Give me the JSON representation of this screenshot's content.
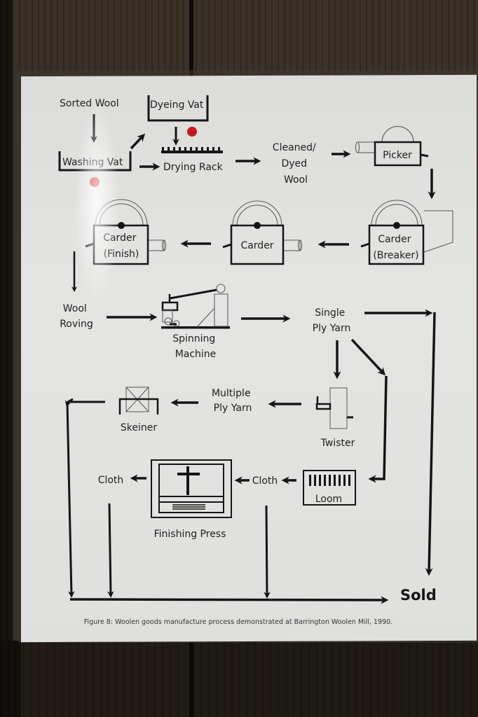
{
  "figure": {
    "caption": "Figure 8: Woolen goods manufacture process demonstrated at Barrington Woolen Mill, 1990.",
    "terminal_label": "Sold",
    "marker_color": "#c8171b",
    "ink_color": "#151515"
  },
  "nodes": {
    "sorted_wool": "Sorted Wool",
    "washing_vat": "Washing Vat",
    "dyeing_vat": "Dyeing Vat",
    "drying_rack": "Drying Rack",
    "cleaned_dyed_wool": [
      "Cleaned/",
      "Dyed",
      "Wool"
    ],
    "picker": "Picker",
    "carder_breaker": [
      "Carder",
      "(Breaker)"
    ],
    "carder": "Carder",
    "carder_finish": [
      "Carder",
      "(Finish)"
    ],
    "wool_roving": [
      "Wool",
      "Roving"
    ],
    "spinning_machine": [
      "Spinning",
      "Machine"
    ],
    "single_ply_yarn": [
      "Single",
      "Ply Yarn"
    ],
    "twister": "Twister",
    "multiple_ply_yarn": [
      "Multiple",
      "Ply Yarn"
    ],
    "skeiner": "Skeiner",
    "loom": "Loom",
    "cloth_from_loom": "Cloth",
    "finishing_press": "Finishing Press",
    "cloth_finished": "Cloth"
  },
  "edges": [
    {
      "from": "Sorted Wool",
      "to": "Washing Vat"
    },
    {
      "from": "Washing Vat",
      "to": "Dyeing Vat"
    },
    {
      "from": "Washing Vat",
      "to": "Drying Rack"
    },
    {
      "from": "Dyeing Vat",
      "to": "Drying Rack"
    },
    {
      "from": "Drying Rack",
      "to": "Cleaned/Dyed Wool"
    },
    {
      "from": "Cleaned/Dyed Wool",
      "to": "Picker"
    },
    {
      "from": "Picker",
      "to": "Carder (Breaker)"
    },
    {
      "from": "Carder (Breaker)",
      "to": "Carder"
    },
    {
      "from": "Carder",
      "to": "Carder (Finish)"
    },
    {
      "from": "Carder (Finish)",
      "to": "Wool Roving"
    },
    {
      "from": "Wool Roving",
      "to": "Spinning Machine"
    },
    {
      "from": "Spinning Machine",
      "to": "Single Ply Yarn"
    },
    {
      "from": "Single Ply Yarn",
      "to": "Twister"
    },
    {
      "from": "Single Ply Yarn",
      "to": "Loom"
    },
    {
      "from": "Single Ply Yarn",
      "to": "Sold"
    },
    {
      "from": "Twister",
      "to": "Multiple Ply Yarn"
    },
    {
      "from": "Multiple Ply Yarn",
      "to": "Skeiner"
    },
    {
      "from": "Skeiner",
      "to": "Sold"
    },
    {
      "from": "Loom",
      "to": "Cloth"
    },
    {
      "from": "Cloth",
      "to": "Finishing Press"
    },
    {
      "from": "Cloth",
      "to": "Sold"
    },
    {
      "from": "Finishing Press",
      "to": "Cloth (finished)"
    },
    {
      "from": "Cloth (finished)",
      "to": "Sold"
    }
  ]
}
